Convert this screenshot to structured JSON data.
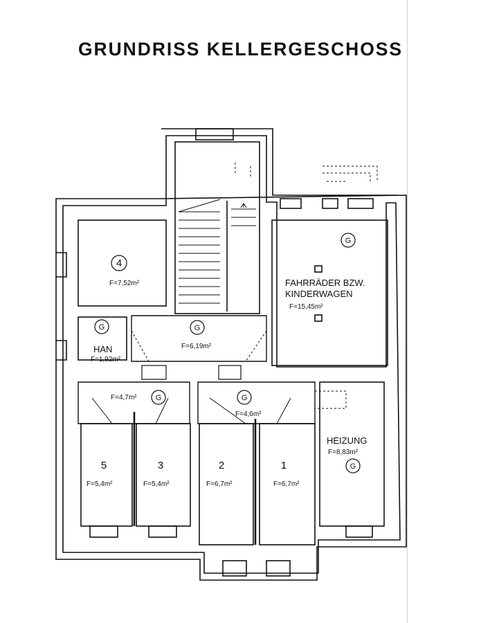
{
  "plan": {
    "title": "GRUNDRISS KELLERGESCHOSS",
    "stroke_color": "#111111",
    "rooms": [
      {
        "id": "r4",
        "number": "4",
        "area": "F=7,52m²"
      },
      {
        "id": "fahrrad",
        "name_line1": "FAHRRÄDER BZW.",
        "name_line2": "KINDERWAGEN",
        "area": "F=15,45m²",
        "mark": "G"
      },
      {
        "id": "han",
        "name": "HAN",
        "area": "F=1,92m²",
        "mark": "G"
      },
      {
        "id": "flur",
        "area": "F=6,19m²",
        "mark": "G"
      },
      {
        "id": "vorraum-links",
        "area": "F=4,7m²",
        "mark": "G"
      },
      {
        "id": "vorraum-rechts",
        "area": "F=4,6m²",
        "mark": "G"
      },
      {
        "id": "heizung",
        "name": "HEIZUNG",
        "area": "F=8,83m²",
        "mark": "G"
      },
      {
        "id": "r5",
        "number": "5",
        "area": "F=5,4m²"
      },
      {
        "id": "r3",
        "number": "3",
        "area": "F=5,4m²"
      },
      {
        "id": "r2",
        "number": "2",
        "area": "F=6,7m²"
      },
      {
        "id": "r1",
        "number": "1",
        "area": "F=6,7m²"
      }
    ]
  }
}
